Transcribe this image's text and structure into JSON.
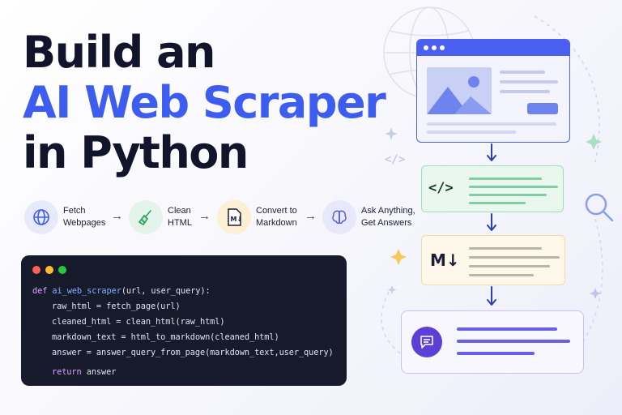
{
  "title": {
    "line1": "Build an",
    "line2": "AI Web Scraper",
    "line3": "in Python"
  },
  "steps": [
    {
      "icon": "globe-icon",
      "line1": "Fetch",
      "line2": "Webpages"
    },
    {
      "icon": "broom-icon",
      "line1": "Clean",
      "line2": "HTML"
    },
    {
      "icon": "markdown-file-icon",
      "line1": "Convert to",
      "line2": "Markdown"
    },
    {
      "icon": "brain-icon",
      "line1": "Ask Anything,",
      "line2": "Get Answers"
    }
  ],
  "code": {
    "def_kw": "def",
    "func_name": "ai_web_scraper",
    "params": "(url, user_query):",
    "lines": [
      "raw_html = fetch_page(url)",
      "cleaned_html = clean_html(raw_html)",
      "markdown_text = html_to_markdown(cleaned_html)",
      "answer = answer_query_from_page(markdown_text,user_query)"
    ],
    "return_kw": "return",
    "return_value": "answer"
  },
  "flow": {
    "code_box_glyph": "</>",
    "markdown_box_glyph": "M↓",
    "deco_code_glyph": "</>"
  },
  "colors": {
    "accent": "#3d5cf0",
    "dark": "#12142b",
    "code_bg": "#171a2b",
    "green_box": "#eaf7ef",
    "amber_box": "#fdf8ea",
    "purple": "#5b3fd6"
  }
}
